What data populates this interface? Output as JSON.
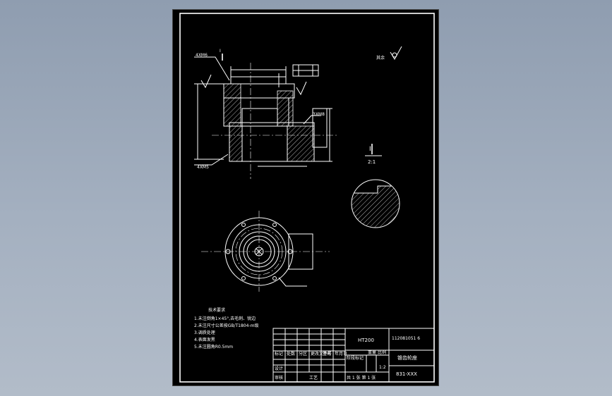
{
  "drawing": {
    "callouts": {
      "thread_top": "4XM6",
      "thread_bottom": "4XM5",
      "thread_right": "3XM8",
      "section_mark": "I"
    },
    "detail": {
      "mark": "I",
      "scale": "2:1"
    },
    "roughness_note": "其余",
    "tech_req": {
      "title": "技术要求",
      "lines": [
        "1.未注倒角1×45°,去毛刺、锐边",
        "2.未注尺寸公差按GB/T1804-m级",
        "3.调质处理",
        "4.表面发黑",
        "5.未注圆角R0.5mm"
      ]
    },
    "title_block": {
      "material": "HT200",
      "drawing_code": "112081051 6",
      "part_name": "锥齿轮座",
      "drawing_no": "831-XXX",
      "scale_value": "1:2",
      "row_labels": [
        "标记",
        "处数",
        "分区",
        "更改文件号",
        "签名",
        "年月日"
      ],
      "design_label": "设计",
      "review_label": "审核",
      "process_label": "工艺",
      "stage_label": "阶段标记",
      "weight_label": "重量",
      "scale_label": "比例",
      "sheet_text": "共 1 张 第 1 张"
    }
  }
}
